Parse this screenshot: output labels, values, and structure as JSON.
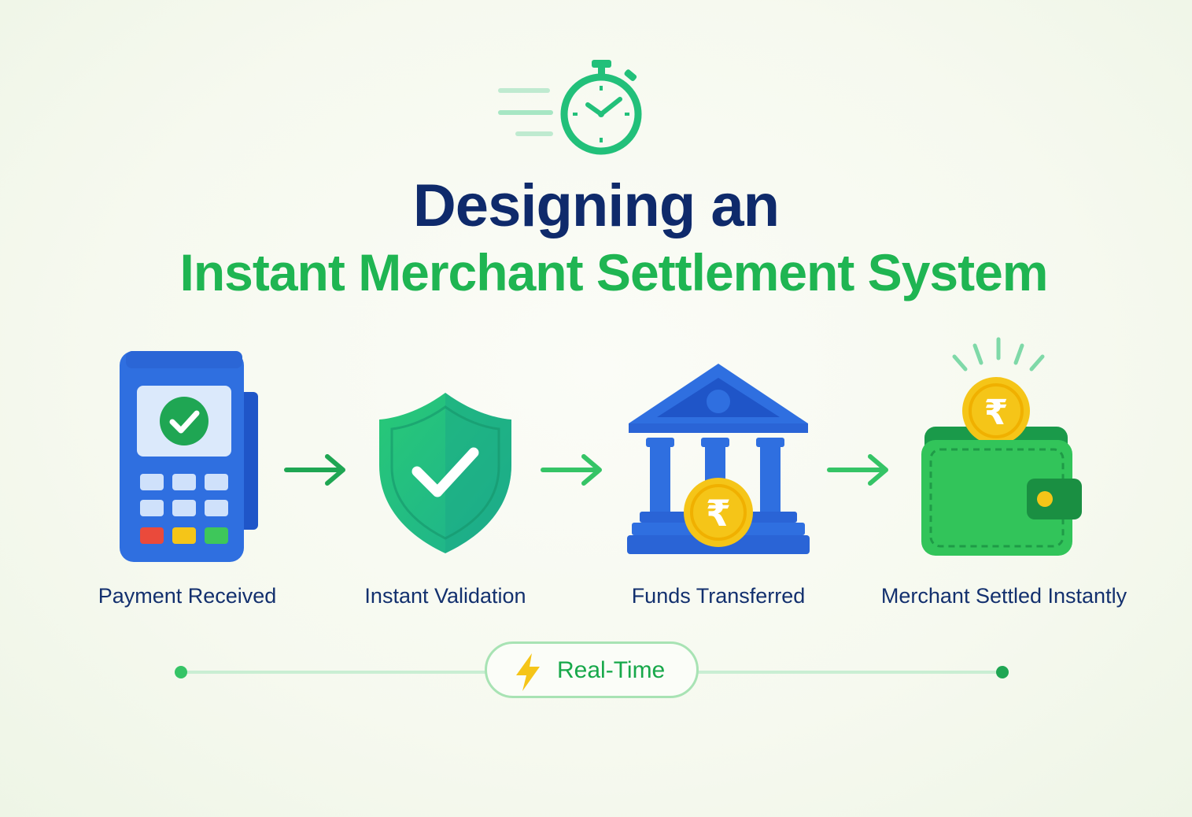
{
  "title": {
    "line1": "Designing an",
    "line2": "Instant Merchant Settlement System"
  },
  "steps": [
    {
      "label": "Payment Received",
      "icon": "pos-terminal-check-icon"
    },
    {
      "label": "Instant Validation",
      "icon": "shield-check-icon"
    },
    {
      "label": "Funds Transferred",
      "icon": "bank-rupee-icon"
    },
    {
      "label": "Merchant Settled Instantly",
      "icon": "wallet-rupee-coin-icon"
    }
  ],
  "badge": {
    "label": "Real-Time",
    "icon": "lightning-bolt-icon"
  },
  "header_icon": "stopwatch-icon",
  "colors": {
    "navy": "#0f2a6b",
    "green": "#1fb552",
    "blue": "#2f6fe0",
    "gold": "#f5c518"
  }
}
